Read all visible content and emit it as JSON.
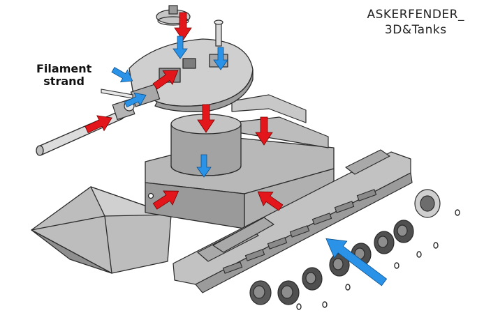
{
  "watermark": {
    "line1": "ASKERFENDER_",
    "line2": "3D&Tanks"
  },
  "callout": {
    "line1": "Filament",
    "line2": "strand"
  },
  "colors": {
    "push_arrow": "#e3161b",
    "place_arrow": "#2a93e8",
    "part_light": "#d4d4d4",
    "part_mid": "#a9a9a9",
    "part_dark": "#6e6e6e",
    "outline": "#2b2b2b"
  },
  "icons": {
    "red_arrow": "arrow-red-icon",
    "blue_arrow": "arrow-blue-icon"
  }
}
